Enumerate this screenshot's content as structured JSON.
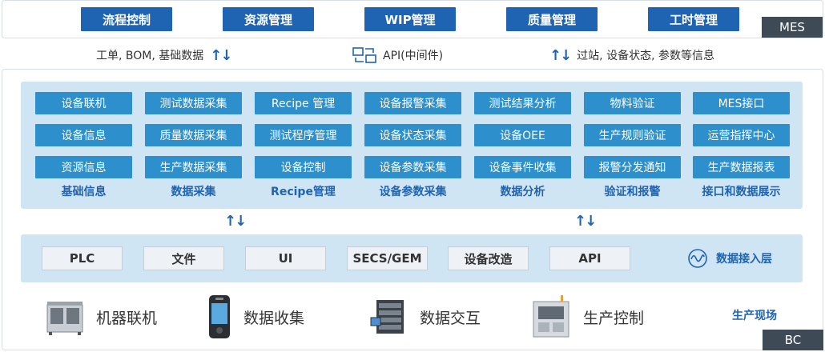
{
  "mes": {
    "tag": "MES",
    "modules": [
      "流程控制",
      "资源管理",
      "WIP管理",
      "质量管理",
      "工时管理"
    ]
  },
  "info": {
    "left": "工单, BOM, 基础数据",
    "middle": "API(中间件)",
    "right": "过站, 设备状态, 参数等信息",
    "arrows": "↑↓"
  },
  "functions": [
    {
      "caption": "基础信息",
      "items": [
        "设备联机",
        "设备信息",
        "资源信息"
      ]
    },
    {
      "caption": "数据采集",
      "items": [
        "测试数据采集",
        "质量数据采集",
        "生产数据采集"
      ]
    },
    {
      "caption": "Recipe管理",
      "items": [
        "Recipe 管理",
        "测试程序管理",
        "设备控制"
      ]
    },
    {
      "caption": "设备参数采集",
      "items": [
        "设备报警采集",
        "设备状态采集",
        "设备参数采集"
      ]
    },
    {
      "caption": "数据分析",
      "items": [
        "测试结果分析",
        "设备OEE",
        "设备事件收集"
      ]
    },
    {
      "caption": "验证和报警",
      "items": [
        "物料验证",
        "生产规则验证",
        "报警分发通知"
      ]
    },
    {
      "caption": "接口和数据展示",
      "items": [
        "MES接口",
        "运营指挥中心",
        "生产数据报表"
      ]
    }
  ],
  "data_layer": {
    "label": "数据接入层",
    "items": [
      "PLC",
      "文件",
      "UI",
      "SECS/GEM",
      "设备改造",
      "API"
    ]
  },
  "site": {
    "label": "生产现场",
    "items": [
      "机器联机",
      "数据收集",
      "数据交互",
      "生产控制"
    ]
  },
  "bc": {
    "tag": "BC"
  },
  "colors": {
    "primary": "#1f63b3",
    "button": "#2d8fcb",
    "panel": "#cfe5f3",
    "tag": "#3f4a57"
  }
}
